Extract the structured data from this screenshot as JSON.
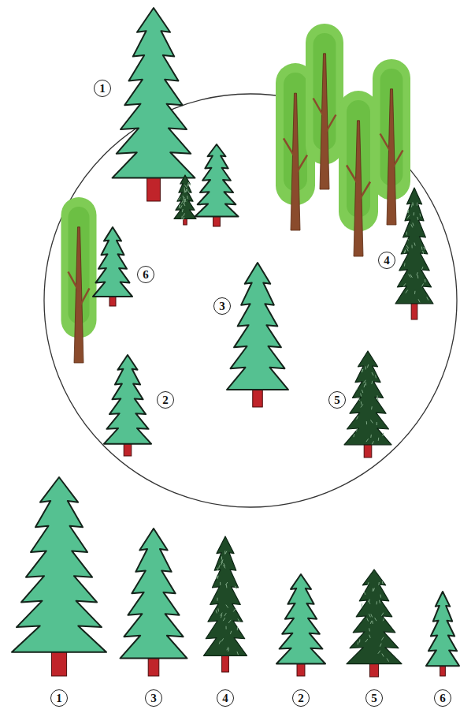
{
  "diagram": {
    "labels": [
      "1",
      "6",
      "3",
      "4",
      "2",
      "5",
      "1",
      "3",
      "4",
      "2",
      "5",
      "6"
    ]
  }
}
